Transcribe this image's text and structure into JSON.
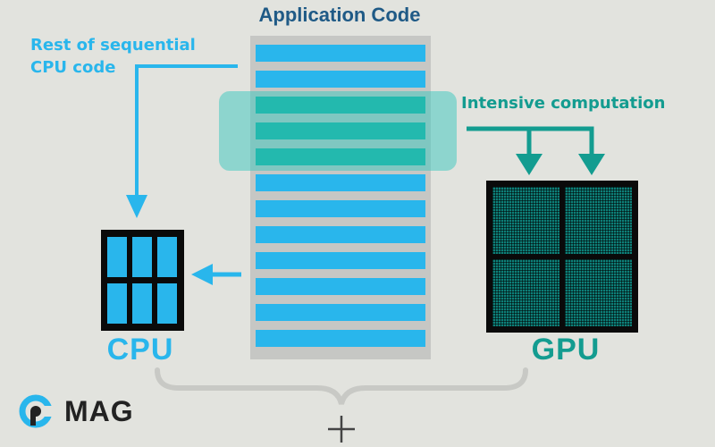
{
  "diagram": {
    "title": "Application Code",
    "cpu_note_line1": "Rest of sequential",
    "cpu_note_line2": "CPU code",
    "gpu_note": "Intensive computation",
    "cpu_label": "CPU",
    "gpu_label": "GPU",
    "code_rows": 12,
    "intensive_rows": [
      2,
      3,
      4
    ],
    "cpu_cores": 6,
    "gpu_quadrants": 4
  },
  "brand": {
    "logo_text": "MAG"
  },
  "colors": {
    "background": "#e2e3de",
    "cpu_blue": "#29b6ec",
    "gpu_teal": "#139c90",
    "title_blue": "#1f5a86",
    "column_gray": "#c6c7c4",
    "chip_black": "#0a0a0a"
  },
  "icons": {
    "plus": "plus-icon",
    "logo": "pmag-logo-icon"
  }
}
